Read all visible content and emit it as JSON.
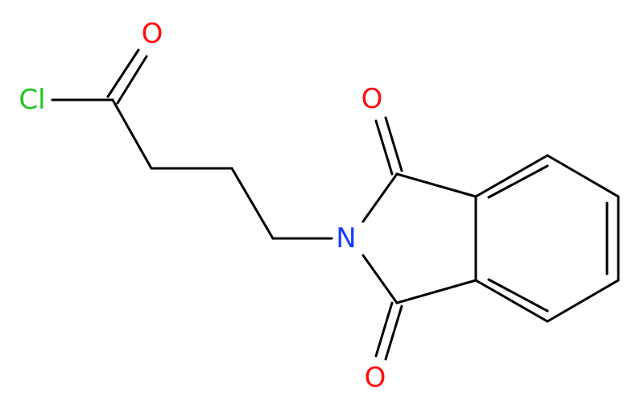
{
  "atoms": {
    "chlorine": {
      "label": "Cl",
      "color": "#22c322"
    },
    "carbonyl_oxygen": {
      "label": "O",
      "color": "#ff0d0d"
    },
    "imide_oxygen_top": {
      "label": "O",
      "color": "#ff0d0d"
    },
    "imide_oxygen_bottom": {
      "label": "O",
      "color": "#ff0d0d"
    },
    "nitrogen": {
      "label": "N",
      "color": "#1a3cff"
    }
  },
  "colors": {
    "bond": "#000000",
    "background": "#ffffff"
  }
}
